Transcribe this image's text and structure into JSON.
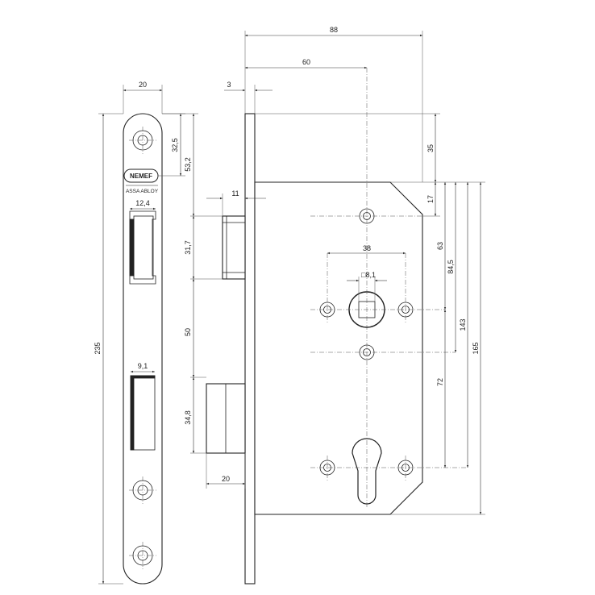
{
  "branding": {
    "logo_text": "NEMEF",
    "sub_text": "ASSA ABLOY"
  },
  "dimensions": {
    "faceplate_width": "20",
    "faceplate_height": "235",
    "top_hole_to_logo": "32,5",
    "top_to_latch": "53,2",
    "latch_width": "12,4",
    "bolt_width": "9,1",
    "overall_depth": "88",
    "backset": "60",
    "faceplate_thickness": "3",
    "latch_projection": "11",
    "latch_height": "31,7",
    "latch_to_bolt": "50",
    "bolt_height": "34,8",
    "bolt_projection": "20",
    "top_to_first_hole": "35",
    "chamfer": "17",
    "hole_spacing_horizontal": "38",
    "spindle_size": "□8,1",
    "to_spindle": "63",
    "to_lower_hole": "84,5",
    "spindle_to_cylinder": "72",
    "to_cylinder": "143",
    "case_height": "165"
  }
}
